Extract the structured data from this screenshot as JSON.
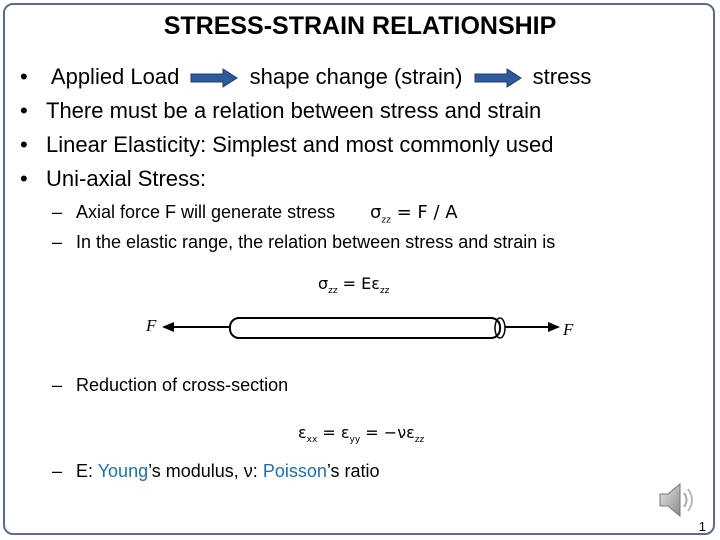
{
  "title": "STRESS-STRAIN RELATIONSHIP",
  "bullets": {
    "b1_part1": "Applied Load",
    "b1_part2": "shape change (strain)",
    "b1_part3": "stress",
    "b2": "There must be a relation between stress and strain",
    "b3": "Linear Elasticity: Simplest and most commonly used",
    "b4": "Uni-axial Stress:"
  },
  "sub": {
    "s1": "Axial force F will generate stress",
    "s1_eq": "σzz = F / A",
    "s2": "In the elastic range, the relation between stress and strain is",
    "s3": "Reduction of cross-section",
    "s4_prefix": "E: ",
    "s4_young": "Young",
    "s4_mid": "’s modulus, ν: ",
    "s4_poisson": "Poisson",
    "s4_suffix": "’s ratio"
  },
  "equations": {
    "hooke": "σzz = Eεzz",
    "poisson": "εxx = εyy = −νεzz"
  },
  "diagram": {
    "left_force": "F",
    "right_force": "F"
  },
  "page_number": "1",
  "icons": {
    "speaker": "speaker-icon"
  },
  "colors": {
    "accent": "#1f6fb0",
    "frame": "#5a6b8c",
    "arrow_fill": "#2e5a9c"
  }
}
